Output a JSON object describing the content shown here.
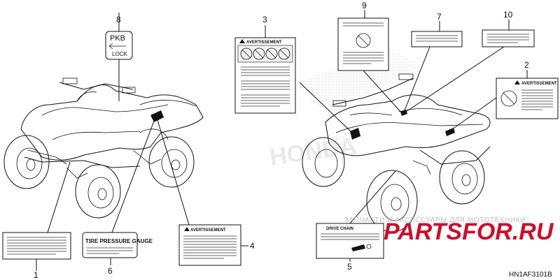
{
  "callouts": {
    "n1": "1",
    "n2": "2",
    "n3": "3",
    "n4": "4",
    "n5": "5",
    "n6": "6",
    "n7": "7",
    "n8": "8",
    "n9": "9",
    "n10": "10"
  },
  "labels": {
    "avertissement": "AVERTISSEMENT",
    "tire_pressure": "TIRE PRESSURE GAUGE",
    "drive_chain": "DRIVE CHAIN",
    "pkb_top": "PKB",
    "pkb_bottom": "LOCK"
  },
  "diagram_code": "HN1AF3101B",
  "watermark": {
    "subtitle": "ЗАПЧАСТИ И АКСЕССУАРЫ ДЛЯ МОТОТЕХНИКИ",
    "site": "PARTSFOR.RU",
    "brand": "HONDA"
  },
  "colors": {
    "watermark_red": "#c8102e",
    "ink": "#111111"
  }
}
